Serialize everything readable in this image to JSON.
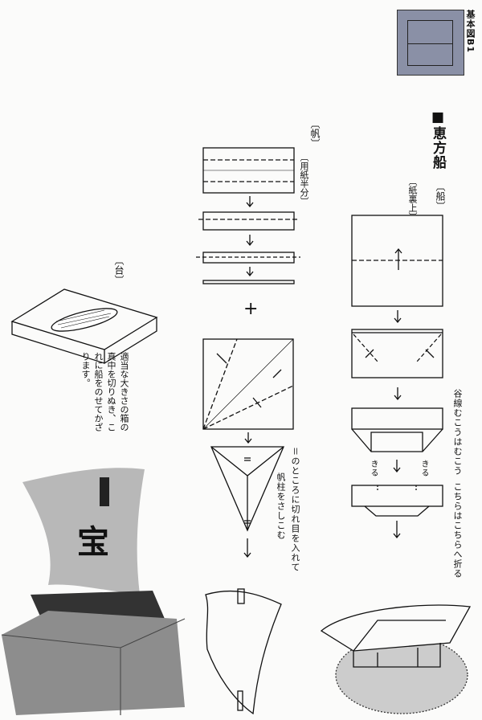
{
  "basic_figure": {
    "label": "基本図B1"
  },
  "title": "■恵方船",
  "ship": {
    "label": "〔船〕",
    "paper_note": "〔紙裏上〕",
    "cut_label_left": "きる",
    "cut_label_right": "きる",
    "instruction_1": "谷線むこうはむこう",
    "instruction_2": "こちらはこちらへ折る"
  },
  "sail": {
    "label": "〔帆〕",
    "paper_note": "〔用紙半分〕",
    "plus": "+",
    "instruction_1": "＝のところに切れ目を入れて",
    "instruction_2": "帆柱をさしこむ"
  },
  "stand": {
    "label": "〔台〕",
    "description": [
      "適当な大きさの箱の",
      "真中を切りぬき、こ",
      "れに船をのせてかざ",
      "ります。"
    ]
  },
  "photo": {
    "sail_character": "宝"
  },
  "colors": {
    "ink": "#111111",
    "gray_box": "#8a90a6",
    "photo_gray": "#9a9a9a"
  }
}
